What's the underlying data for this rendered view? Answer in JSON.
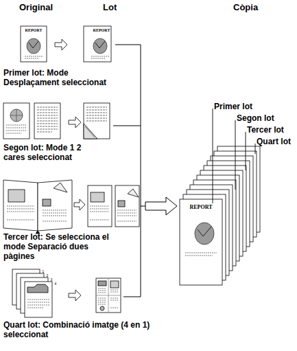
{
  "diagram": {
    "labels": [
      "Original",
      "Lot",
      "Còpia",
      "Primer lot: Mode Desplaçament seleccionat",
      "Segon lot: Mode 1 2 cares seleccionat",
      "Tercer lot: Se selecciona el mode Separació dues pàgines",
      "Quart lot: Combinació imatge (4 en 1) seleccionat",
      "Primer lot",
      "Segon lot",
      "Tercer lot",
      "Quart lot",
      "REPORT",
      "REPORT",
      "REPORT",
      "1",
      "2",
      "3",
      "4"
    ]
  }
}
